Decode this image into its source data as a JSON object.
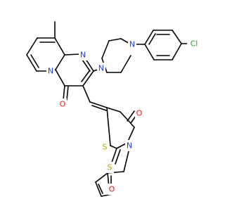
{
  "structure": {
    "atoms": [
      {
        "id": "cl",
        "symbol": "Cl",
        "color": "#33a02c"
      },
      {
        "id": "n_pip_top",
        "symbol": "N",
        "color": "#1f3fd6"
      },
      {
        "id": "n_pip_bot",
        "symbol": "N",
        "color": "#1f3fd6"
      },
      {
        "id": "n_pyr_top",
        "symbol": "N",
        "color": "#1f3fd6"
      },
      {
        "id": "n_bridge",
        "symbol": "N",
        "color": "#1f3fd6"
      },
      {
        "id": "o_pyr",
        "symbol": "O",
        "color": "#e8161b"
      },
      {
        "id": "o_thz",
        "symbol": "O",
        "color": "#e8161b"
      },
      {
        "id": "s_ring",
        "symbol": "S",
        "color": "#b5a800"
      },
      {
        "id": "n_thz",
        "symbol": "N",
        "color": "#1f3fd6"
      },
      {
        "id": "s_thione",
        "symbol": "S",
        "color": "#b5a800"
      },
      {
        "id": "o_furan",
        "symbol": "O",
        "color": "#e8161b"
      }
    ]
  }
}
